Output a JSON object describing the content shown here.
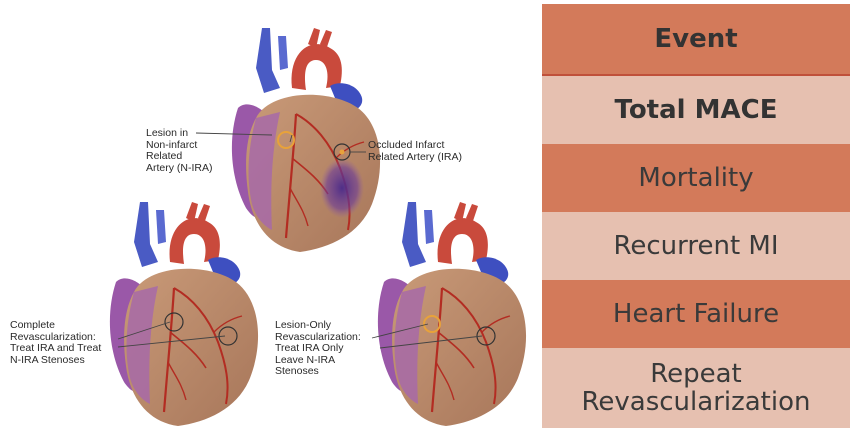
{
  "labels": {
    "top_left": "Lesion in\nNon-infarct\nRelated\nArtery (N-IRA)",
    "top_right": "Occluded Infarct\nRelated Artery (IRA)",
    "bottom_left": "Complete\nRevascularization:\nTreat IRA and Treat\nN-IRA Stenoses",
    "bottom_right": "Lesion-Only\nRevascularization:\nTreat IRA Only\nLeave N-IRA\nStenoses"
  },
  "table": {
    "header": "Event",
    "rows": [
      "Total MACE",
      "Mortality",
      "Recurrent MI",
      "Heart Failure",
      "Repeat\nRevascularization"
    ]
  },
  "colors": {
    "row_dark": "#d37a5a",
    "row_light": "#e6c0b0",
    "separator": "#c0503a",
    "vein_blue": "#4a5bc4",
    "aorta_red": "#c94a3c",
    "myocardium": "#b8896a",
    "atrium_purple": "#9a58a8",
    "highlight_orange": "#e8a23a"
  }
}
